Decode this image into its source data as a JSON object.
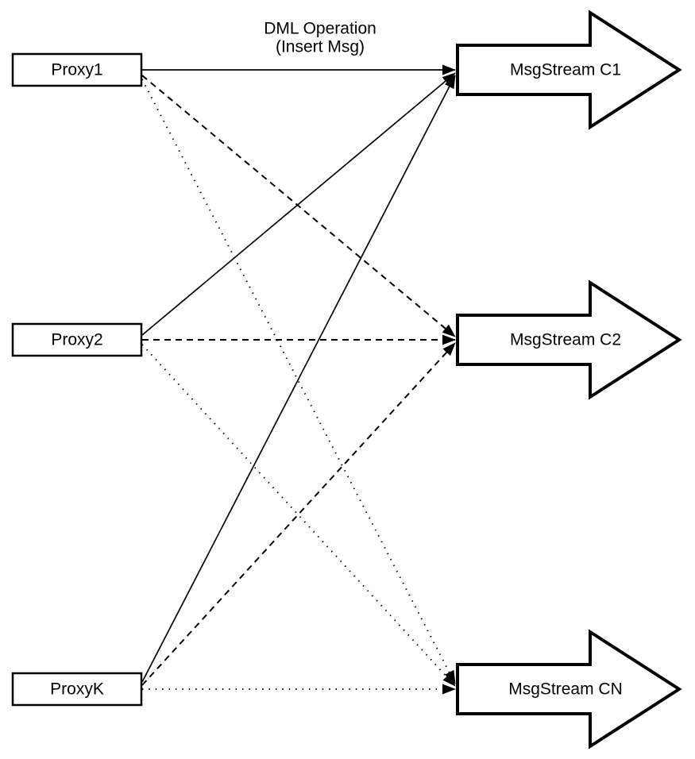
{
  "diagram": {
    "annotation": {
      "line1": "DML Operation",
      "line2": "(Insert Msg)"
    },
    "proxies": [
      {
        "label": "Proxy1"
      },
      {
        "label": "Proxy2"
      },
      {
        "label": "ProxyK"
      }
    ],
    "streams": [
      {
        "label": "MsgStream C1"
      },
      {
        "label": "MsgStream C2"
      },
      {
        "label": "MsgStream CN"
      }
    ],
    "edges": [
      {
        "from": "Proxy1",
        "to": "MsgStream C1",
        "style": "solid"
      },
      {
        "from": "Proxy1",
        "to": "MsgStream C2",
        "style": "dashed"
      },
      {
        "from": "Proxy1",
        "to": "MsgStream CN",
        "style": "dotted"
      },
      {
        "from": "Proxy2",
        "to": "MsgStream C1",
        "style": "solid"
      },
      {
        "from": "Proxy2",
        "to": "MsgStream C2",
        "style": "dashed"
      },
      {
        "from": "Proxy2",
        "to": "MsgStream CN",
        "style": "dotted"
      },
      {
        "from": "ProxyK",
        "to": "MsgStream C1",
        "style": "solid"
      },
      {
        "from": "ProxyK",
        "to": "MsgStream C2",
        "style": "dashed"
      },
      {
        "from": "ProxyK",
        "to": "MsgStream CN",
        "style": "dotted"
      }
    ],
    "colors": {
      "stroke": "#000000",
      "fill": "#ffffff"
    }
  }
}
